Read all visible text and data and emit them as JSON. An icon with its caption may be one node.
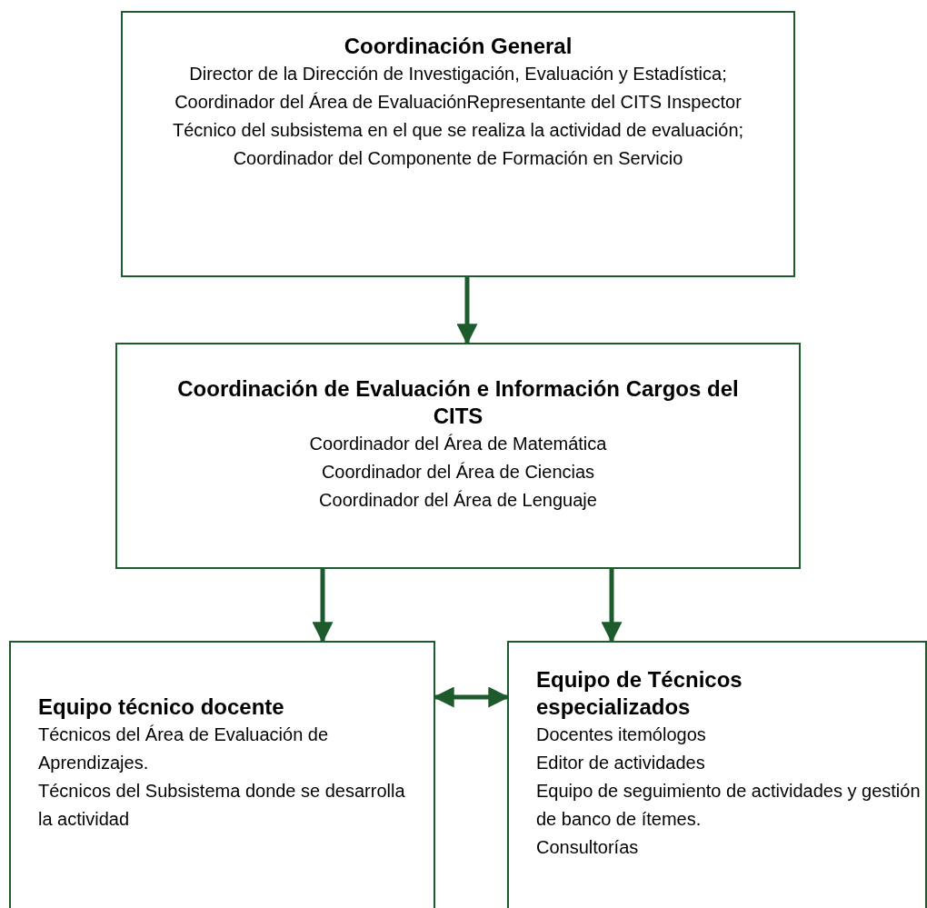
{
  "diagram": {
    "nodes": [
      {
        "text": [
          "Coordinación General",
          "Director de la Dirección de Investigación, Evaluación y Estadística; Coordinador del Área de EvaluaciónRepresentante del CITS Inspector Técnico del subsistema en el que se realiza la actividad de evaluación; Coordinador del Componente de Formación en Servicio"
        ]
      },
      {
        "text": [
          "Coordinación de Evaluación e Información Cargos del CITS",
          "Coordinador del Área de Matemática",
          "Coordinador del Área de Ciencias",
          "Coordinador del Área de Lenguaje"
        ]
      },
      {
        "text": [
          "Equipo técnico docente",
          "Técnicos del Área de Evaluación de Aprendizajes.",
          "Técnicos del Subsistema donde se desarrolla la actividad"
        ]
      },
      {
        "text": [
          "Equipo de Técnicos especializados",
          "Docentes itemólogos",
          "Editor de actividades",
          "Equipo de seguimiento de actividades y gestión de banco de ítemes.",
          "Consultorías"
        ]
      }
    ],
    "edges": [
      {
        "from": 0,
        "to": 1,
        "arrow": "to"
      },
      {
        "from": 1,
        "to": 2,
        "arrow": "to"
      },
      {
        "from": 1,
        "to": 3,
        "arrow": "to"
      },
      {
        "from": 2,
        "to": 3,
        "arrow": "both"
      }
    ]
  }
}
